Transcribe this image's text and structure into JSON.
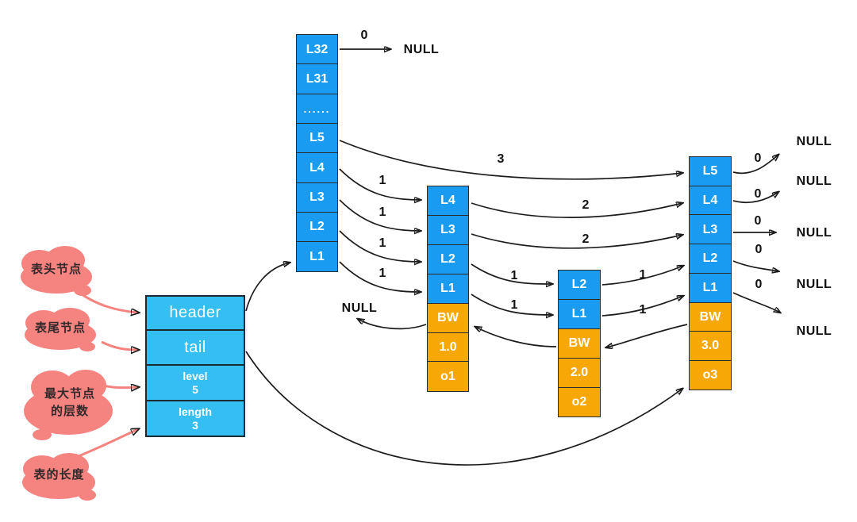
{
  "colors": {
    "node_blue": "#189BF1",
    "struct_blue": "#35BEF2",
    "backward_orange": "#F7A807",
    "cloud_pink": "#F5837F",
    "arrow_black": "#1c1c1c"
  },
  "clouds": [
    {
      "lines": [
        "表头节点"
      ]
    },
    {
      "lines": [
        "表尾节点"
      ]
    },
    {
      "lines": [
        "最大节点",
        "的层数"
      ]
    },
    {
      "lines": [
        "表的长度"
      ]
    }
  ],
  "struct_box": {
    "cells": [
      {
        "label": "header",
        "value": ""
      },
      {
        "label": "tail",
        "value": ""
      },
      {
        "label": "level",
        "value": "5"
      },
      {
        "label": "length",
        "value": "3"
      }
    ]
  },
  "header_column": {
    "cells": [
      "L32",
      "L31",
      "......",
      "L5",
      "L4",
      "L3",
      "L2",
      "L1"
    ]
  },
  "nodes": [
    {
      "cells_blue": [
        "L4",
        "L3",
        "L2",
        "L1"
      ],
      "cells_orange": [
        "BW",
        "1.0",
        "o1"
      ]
    },
    {
      "cells_blue": [
        "L2",
        "L1"
      ],
      "cells_orange": [
        "BW",
        "2.0",
        "o2"
      ]
    },
    {
      "cells_blue": [
        "L5",
        "L4",
        "L3",
        "L2",
        "L1"
      ],
      "cells_orange": [
        "BW",
        "3.0",
        "o3"
      ]
    }
  ],
  "arrow_span_labels": [
    {
      "text": "0"
    },
    {
      "text": "1"
    },
    {
      "text": "1"
    },
    {
      "text": "1"
    },
    {
      "text": "1"
    },
    {
      "text": "3"
    },
    {
      "text": "2"
    },
    {
      "text": "2"
    },
    {
      "text": "1"
    },
    {
      "text": "1"
    },
    {
      "text": "1"
    },
    {
      "text": "1"
    },
    {
      "text": "0"
    },
    {
      "text": "0"
    },
    {
      "text": "0"
    },
    {
      "text": "0"
    },
    {
      "text": "0"
    }
  ],
  "null_labels": [
    "NULL",
    "NULL",
    "NULL",
    "NULL",
    "NULL",
    "NULL",
    "NULL"
  ]
}
